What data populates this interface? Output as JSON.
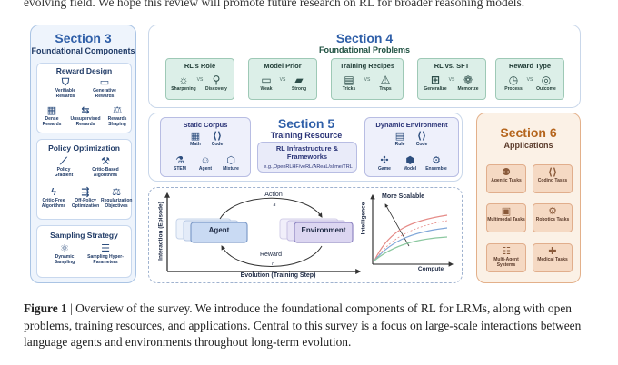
{
  "top_text": "evolving field. We hope this review will promote future research on RL for broader reasoning models.",
  "section3": {
    "title": "Section 3",
    "subtitle": "Foundational Components",
    "reward_design": {
      "title": "Reward Design",
      "items": [
        "Verifiable Rewards",
        "Generative Rewards",
        "Dense Rewards",
        "Unsupervised Rewards",
        "Rewards Shaping"
      ]
    },
    "policy_optimization": {
      "title": "Policy Optimization",
      "items": [
        "Policy Gradient",
        "Critic-Based Algorithms",
        "Critic-Free Algorithms",
        "Off-Policy Optimization",
        "Regularization Objectives"
      ]
    },
    "sampling_strategy": {
      "title": "Sampling Strategy",
      "items": [
        "Dynamic Sampling",
        "Sampling Hyper-Parameters"
      ]
    }
  },
  "section4": {
    "title": "Section 4",
    "subtitle": "Foundational Problems",
    "vs": "VS",
    "problems": [
      {
        "title": "RL's Role",
        "left": "Sharpening",
        "right": "Discovery"
      },
      {
        "title": "Model Prior",
        "left": "Weak",
        "right": "Strong"
      },
      {
        "title": "Training Recipes",
        "left": "Tricks",
        "right": "Traps"
      },
      {
        "title": "RL vs. SFT",
        "left": "Generalize",
        "right": "Memorize"
      },
      {
        "title": "Reward Type",
        "left": "Process",
        "right": "Outcome"
      }
    ]
  },
  "section5": {
    "title": "Section 5",
    "subtitle": "Training Resource",
    "static_corpus": {
      "title": "Static Corpus",
      "items": [
        "Math",
        "Code",
        "STEM",
        "Agent",
        "Mixture"
      ]
    },
    "infra": {
      "title": "RL Infrastructure & Frameworks",
      "examples": "e.g.,OpenRLHF/veRL/AReaL/slime/TRL"
    },
    "dynamic_env": {
      "title": "Dynamic Environment",
      "items": [
        "Rule",
        "Code",
        "Game",
        "Model",
        "Ensemble"
      ]
    }
  },
  "section6": {
    "title": "Section 6",
    "subtitle": "Applications",
    "apps": [
      "Agentic Tasks",
      "Coding Tasks",
      "Multimodal Tasks",
      "Robotics Tasks",
      "Multi-Agent Systems",
      "Medical Tasks"
    ]
  },
  "loop": {
    "action": "Action",
    "action_sub": "a",
    "reward": "Reward",
    "reward_sub": "r",
    "agent": "Agent",
    "environment": "Environment",
    "y_axis": "Interaction (Episode)",
    "x_axis": "Evolution (Training Step)"
  },
  "scaling": {
    "y_axis": "Intelligence",
    "x_axis": "Compute",
    "label": "More Scalable"
  },
  "caption": {
    "label": "Figure 1",
    "text": "| Overview of the survey.  We introduce the foundational components of RL for LRMs, along with open problems, training resources, and applications. Central to this survey is a focus on large-scale interactions between language agents and environments throughout long-term evolution."
  },
  "colors": {
    "section_title": "#2f5fa8",
    "problem_card": "#dcefe8",
    "resource_box": "#eef0fb",
    "app_panel": "#fbf1e6",
    "curve_red": "#e58a86",
    "curve_blue": "#7fa6d8",
    "curve_green": "#8cc8a0"
  }
}
